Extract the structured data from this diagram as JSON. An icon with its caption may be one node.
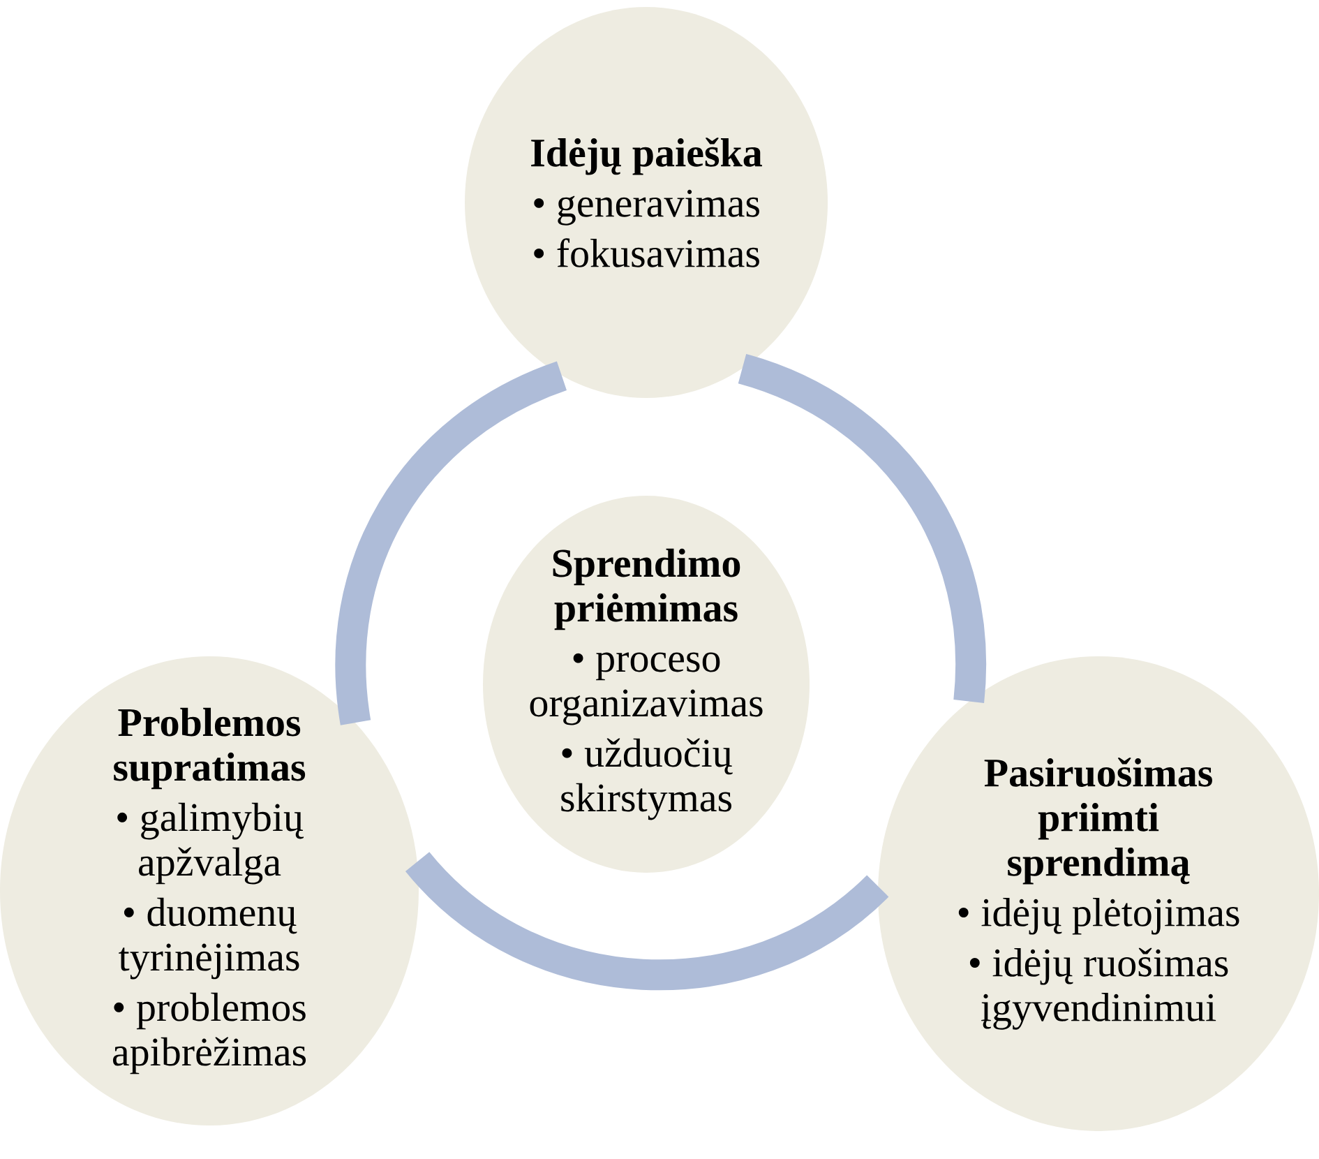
{
  "diagram": {
    "nodes": [
      {
        "text": [
          "Idėjų paieška",
          "• generavimas",
          "• fokusavimas"
        ]
      },
      {
        "text": [
          "Sprendimo priėmimas",
          "• proceso organizavimas",
          "• užduočių skirstymas"
        ]
      },
      {
        "text": [
          "Problemos supratimas",
          "• galimybių apžvalga",
          "• duomenų tyrinėjimas",
          "• problemos apibrėžimas"
        ]
      },
      {
        "text": [
          "Pasiruošimas priimti sprendimą",
          "• idėjų plėtojimas",
          "• idėjų ruošimas įgyvendinimui"
        ]
      }
    ],
    "edges": [
      {
        "from": 0,
        "to": 3,
        "arrow": "none"
      },
      {
        "from": 3,
        "to": 2,
        "arrow": "none"
      },
      {
        "from": 2,
        "to": 0,
        "arrow": "none"
      }
    ]
  }
}
